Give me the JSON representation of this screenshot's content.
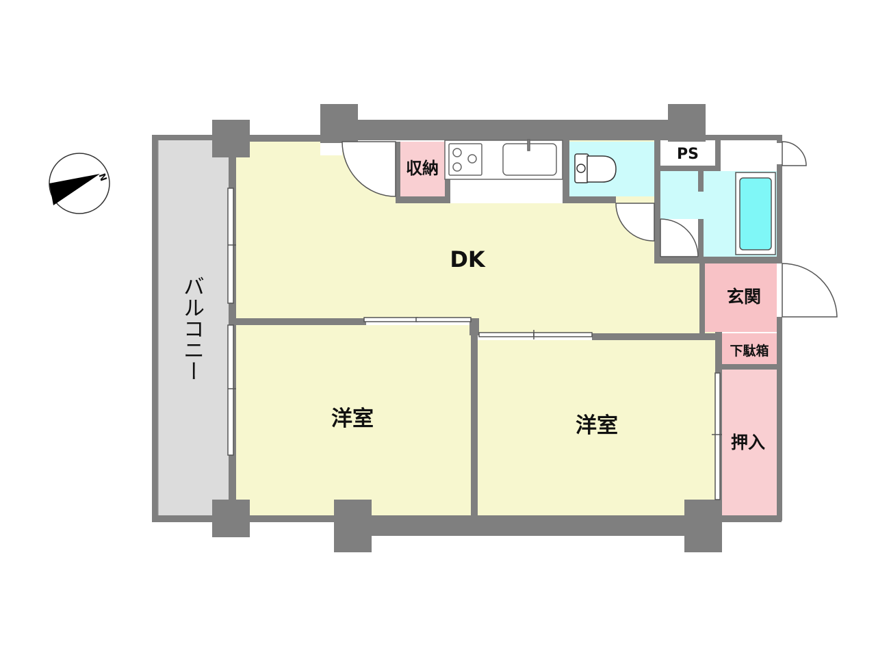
{
  "colors": {
    "wall": "#7f7f7f",
    "living": "#f7f7cf",
    "storage": "#f9cfd2",
    "entrance": "#f8c2c6",
    "wet": "#ccfbfb",
    "bathtub": "#7ff7f7",
    "balcony": "#dcdcdc",
    "fixture": "#ffffff"
  },
  "compass": {
    "north_label": "N"
  },
  "rooms": {
    "dk": "DK",
    "storage": "収納",
    "ps": "PS",
    "entrance": "玄関",
    "shoe_box": "下駄箱",
    "closet": "押入",
    "western_room_left": "洋室",
    "western_room_right": "洋室",
    "balcony": "バルコニー"
  }
}
